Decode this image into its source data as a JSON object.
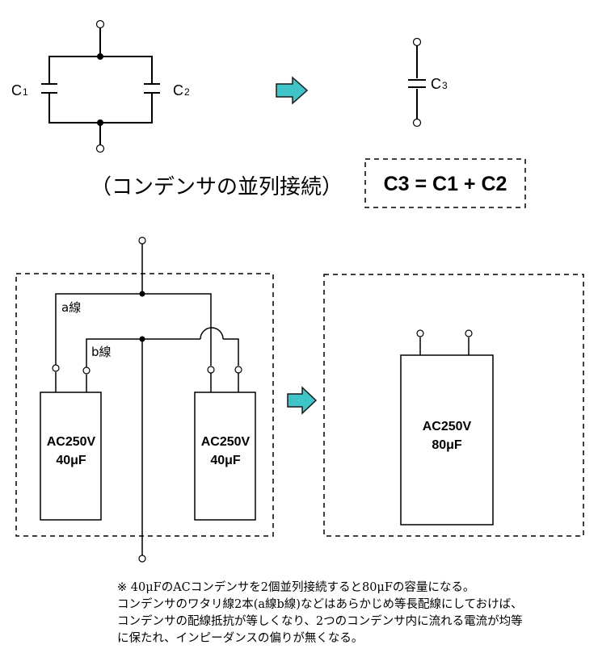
{
  "top": {
    "c1_letter": "C",
    "c1_sub": "1",
    "c2_letter": "C",
    "c2_sub": "2",
    "c3_letter": "C",
    "c3_sub": "3",
    "caption": "（コンデンサの並列接続）",
    "formula": "C3 = C1 + C2"
  },
  "bottom": {
    "wire_a_label": "a線",
    "wire_b_label": "b線",
    "cap1": {
      "voltage": "AC250V",
      "capacitance": "40μF"
    },
    "cap2": {
      "voltage": "AC250V",
      "capacitance": "40μF"
    },
    "cap3": {
      "voltage": "AC250V",
      "capacitance": "80μF"
    }
  },
  "notes": [
    "※ 40μFのACコンデンサを2個並列接続すると80μFの容量になる。",
    "コンデンサのワタリ線2本(a線b線)などはあらかじめ等長配線にしておけば、",
    "コンデンサの配線抵抗が等しくなり、2つのコンデンサ内に流れる電流が均等",
    "に保たれ、インピーダンスの偏りが無くなる。"
  ],
  "colors": {
    "arrow": "#3fc4c8",
    "line": "#000000"
  }
}
